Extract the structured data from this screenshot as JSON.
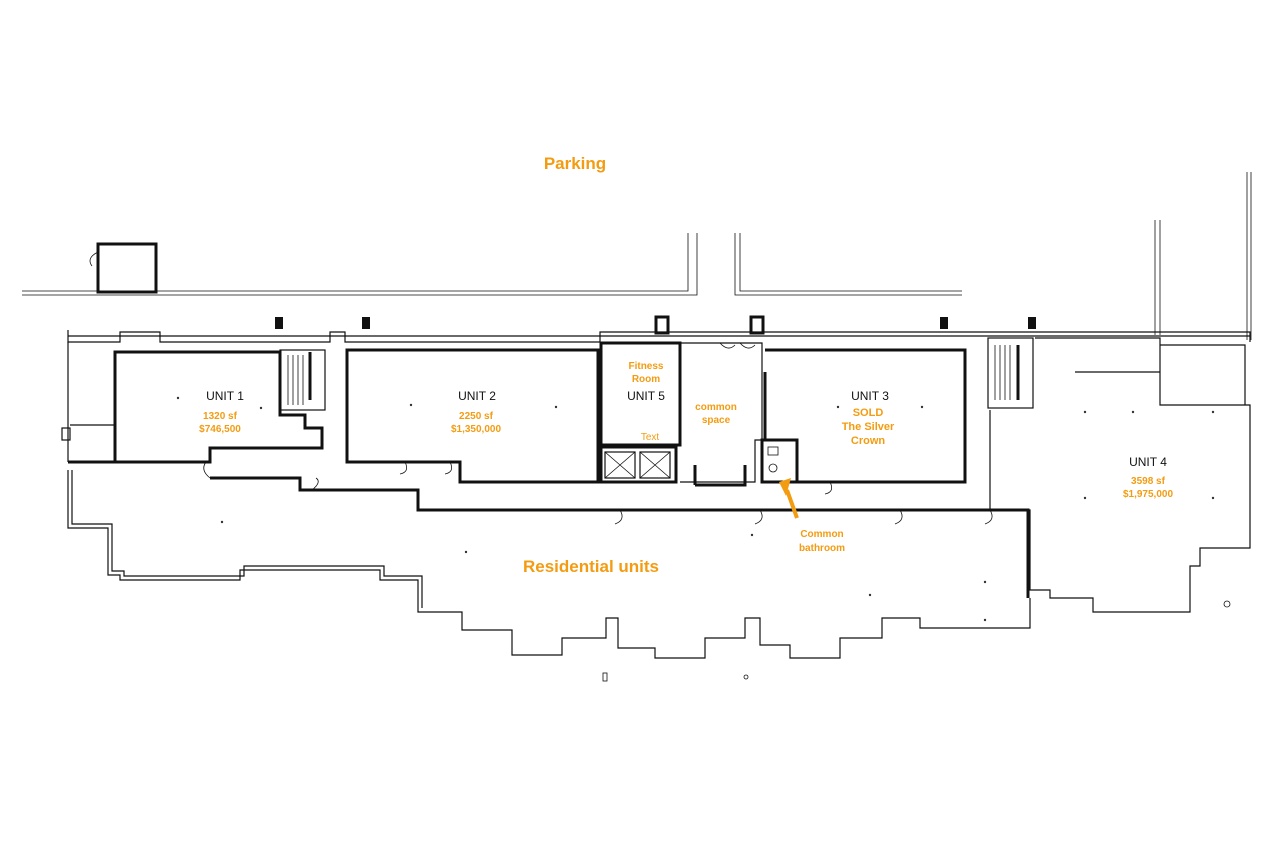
{
  "labels": {
    "parking": "Parking",
    "residential": "Residential units",
    "fitness_line1": "Fitness",
    "fitness_line2": "Room",
    "common_line1": "common",
    "common_line2": "space",
    "text_placeholder": "Text",
    "bathroom_line1": "Common",
    "bathroom_line2": "bathroom"
  },
  "units": {
    "unit1": {
      "name": "UNIT  1",
      "area": "1320 sf",
      "price": "$746,500"
    },
    "unit2": {
      "name": "UNIT  2",
      "area": "2250 sf",
      "price": "$1,350,000"
    },
    "unit3": {
      "name": "UNIT  3",
      "status": "SOLD",
      "tenant_line1": "The Silver",
      "tenant_line2": "Crown"
    },
    "unit4": {
      "name": "UNIT  4",
      "area": "3598 sf",
      "price": "$1,975,000"
    },
    "unit5": {
      "name": "UNIT  5"
    }
  },
  "colors": {
    "annotation": "#f39c12",
    "walls": "#111111"
  }
}
